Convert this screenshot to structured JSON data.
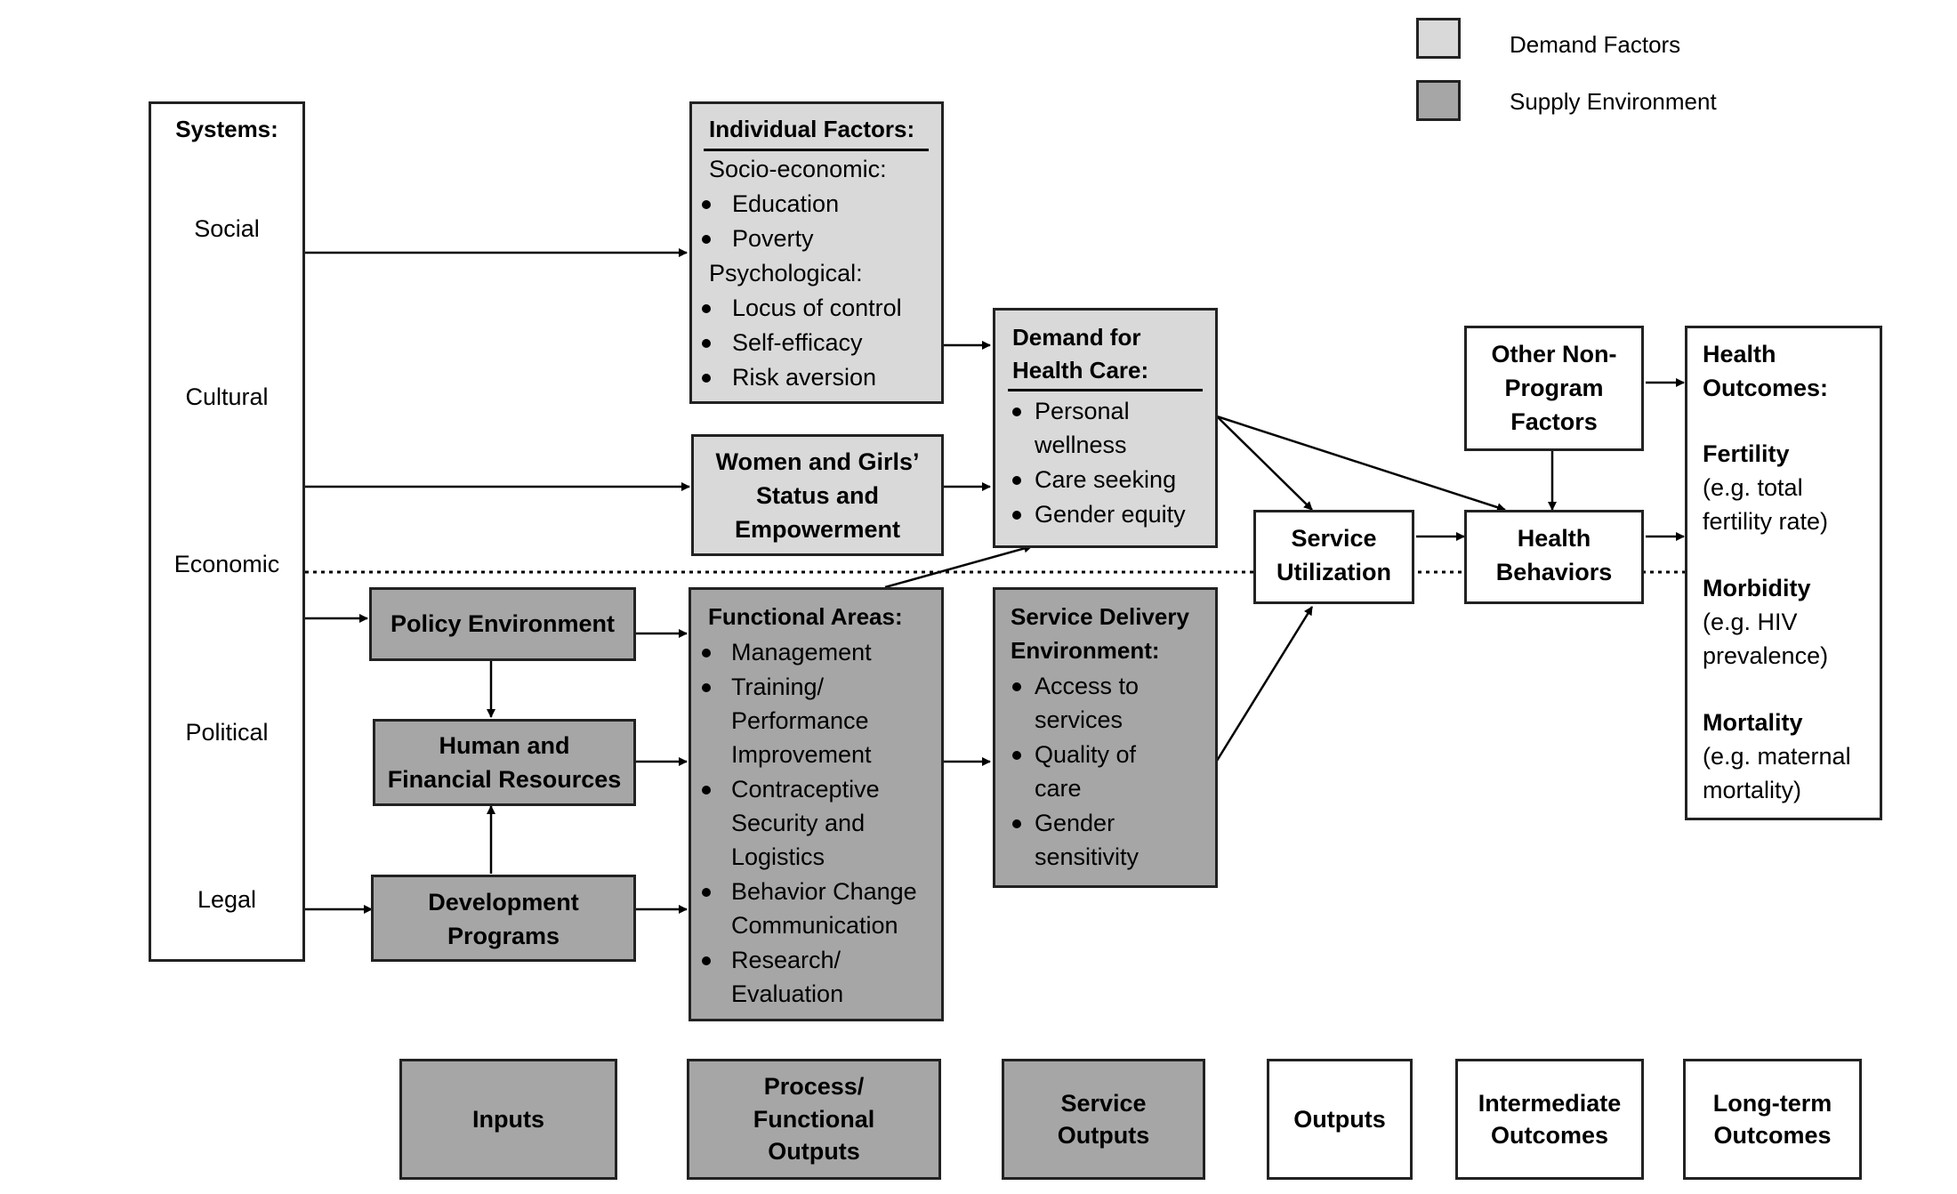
{
  "legend": {
    "demand_label": "Demand Factors",
    "supply_label": "Supply Environment"
  },
  "systems": {
    "title": "Systems:",
    "items": [
      "Social",
      "Cultural",
      "Economic",
      "Political",
      "Legal"
    ]
  },
  "individual_factors": {
    "title": "Individual Factors:",
    "socio_label": "Socio-economic:",
    "socio_items": [
      "Education",
      "Poverty"
    ],
    "psych_label": "Psychological:",
    "psych_items": [
      "Locus of control",
      "Self-efficacy",
      "Risk aversion"
    ]
  },
  "women_girls": {
    "lines": [
      "Women and Girls’",
      "Status and",
      "Empowerment"
    ]
  },
  "demand_health_care": {
    "title_lines": [
      "Demand for",
      "Health Care:"
    ],
    "items": [
      [
        "Personal",
        "wellness"
      ],
      [
        "Care seeking"
      ],
      [
        "Gender equity"
      ]
    ]
  },
  "policy_environment": {
    "label": "Policy Environment"
  },
  "human_financial": {
    "lines": [
      "Human and",
      "Financial Resources"
    ]
  },
  "development_programs": {
    "lines": [
      "Development",
      "Programs"
    ]
  },
  "functional_areas": {
    "title": "Functional Areas:",
    "items": [
      [
        "Management"
      ],
      [
        "Training/",
        "Performance",
        "Improvement"
      ],
      [
        "Contraceptive",
        "Security and",
        "Logistics"
      ],
      [
        "Behavior Change",
        "Communication"
      ],
      [
        "Research/",
        "Evaluation"
      ]
    ]
  },
  "service_delivery": {
    "title_lines": [
      "Service Delivery",
      "Environment:"
    ],
    "items": [
      [
        "Access to",
        "services"
      ],
      [
        "Quality of",
        "care"
      ],
      [
        "Gender",
        "sensitivity"
      ]
    ]
  },
  "service_utilization": {
    "lines": [
      "Service",
      "Utilization"
    ]
  },
  "other_factors": {
    "lines": [
      "Other Non-",
      "Program",
      "Factors"
    ]
  },
  "health_behaviors": {
    "lines": [
      "Health",
      "Behaviors"
    ]
  },
  "health_outcomes": {
    "title_lines": [
      "Health",
      "Outcomes:"
    ],
    "groups": [
      {
        "title": "Fertility",
        "desc": [
          "(e.g. total",
          "fertility rate)"
        ]
      },
      {
        "title": "Morbidity",
        "desc": [
          "(e.g. HIV",
          "prevalence)"
        ]
      },
      {
        "title": "Mortality",
        "desc": [
          "(e.g. maternal",
          "mortality)"
        ]
      }
    ]
  },
  "categories": [
    {
      "label": "Inputs",
      "shade": "dark"
    },
    {
      "label": "Process/\nFunctional\nOutputs",
      "shade": "dark"
    },
    {
      "label": "Service\nOutputs",
      "shade": "dark"
    },
    {
      "label": "Outputs",
      "shade": "white"
    },
    {
      "label": "Intermediate\nOutcomes",
      "shade": "white"
    },
    {
      "label": "Long-term\nOutcomes",
      "shade": "white"
    }
  ],
  "colors": {
    "demand_fill": "#d9d9d9",
    "supply_fill": "#a6a6a6",
    "line": "#000000"
  }
}
